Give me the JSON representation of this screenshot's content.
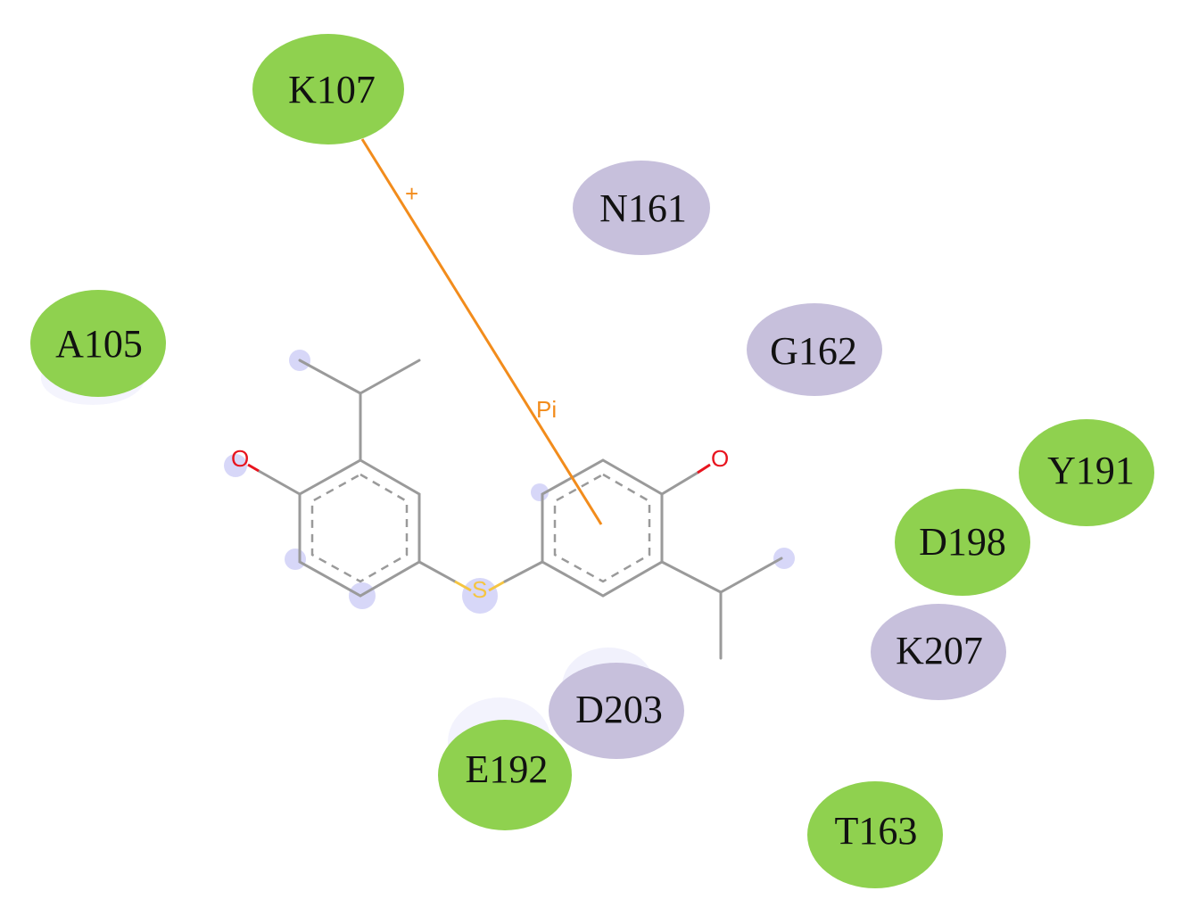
{
  "residues": [
    {
      "id": "K107",
      "label": "K107",
      "type": "hydrophobic",
      "color": "#8fd14f"
    },
    {
      "id": "N161",
      "label": "N161",
      "type": "polar",
      "color": "#c7c0dc"
    },
    {
      "id": "A105",
      "label": "A105",
      "type": "hydrophobic",
      "color": "#8fd14f"
    },
    {
      "id": "G162",
      "label": "G162",
      "type": "polar",
      "color": "#c7c0dc"
    },
    {
      "id": "Y191",
      "label": "Y191",
      "type": "hydrophobic",
      "color": "#8fd14f"
    },
    {
      "id": "D198",
      "label": "D198",
      "type": "hydrophobic",
      "color": "#8fd14f"
    },
    {
      "id": "K207",
      "label": "K207",
      "type": "polar",
      "color": "#c7c0dc"
    },
    {
      "id": "D203",
      "label": "D203",
      "type": "polar",
      "color": "#c7c0dc"
    },
    {
      "id": "E192",
      "label": "E192",
      "type": "hydrophobic",
      "color": "#8fd14f"
    },
    {
      "id": "T163",
      "label": "T163",
      "type": "hydrophobic",
      "color": "#8fd14f"
    }
  ],
  "interaction": {
    "from": "K107",
    "to": "ring-right",
    "charge_label": "+",
    "type_label": "Pi",
    "color": "#f28c1c"
  },
  "ligand": {
    "atoms": {
      "oxygen_left": "O",
      "oxygen_right": "O",
      "sulfur": "S"
    },
    "colors": {
      "bond": "#9a9a9a",
      "oxygen": "#e8141e",
      "sulfur": "#f5c542",
      "halo": "#c9c9f5"
    }
  }
}
